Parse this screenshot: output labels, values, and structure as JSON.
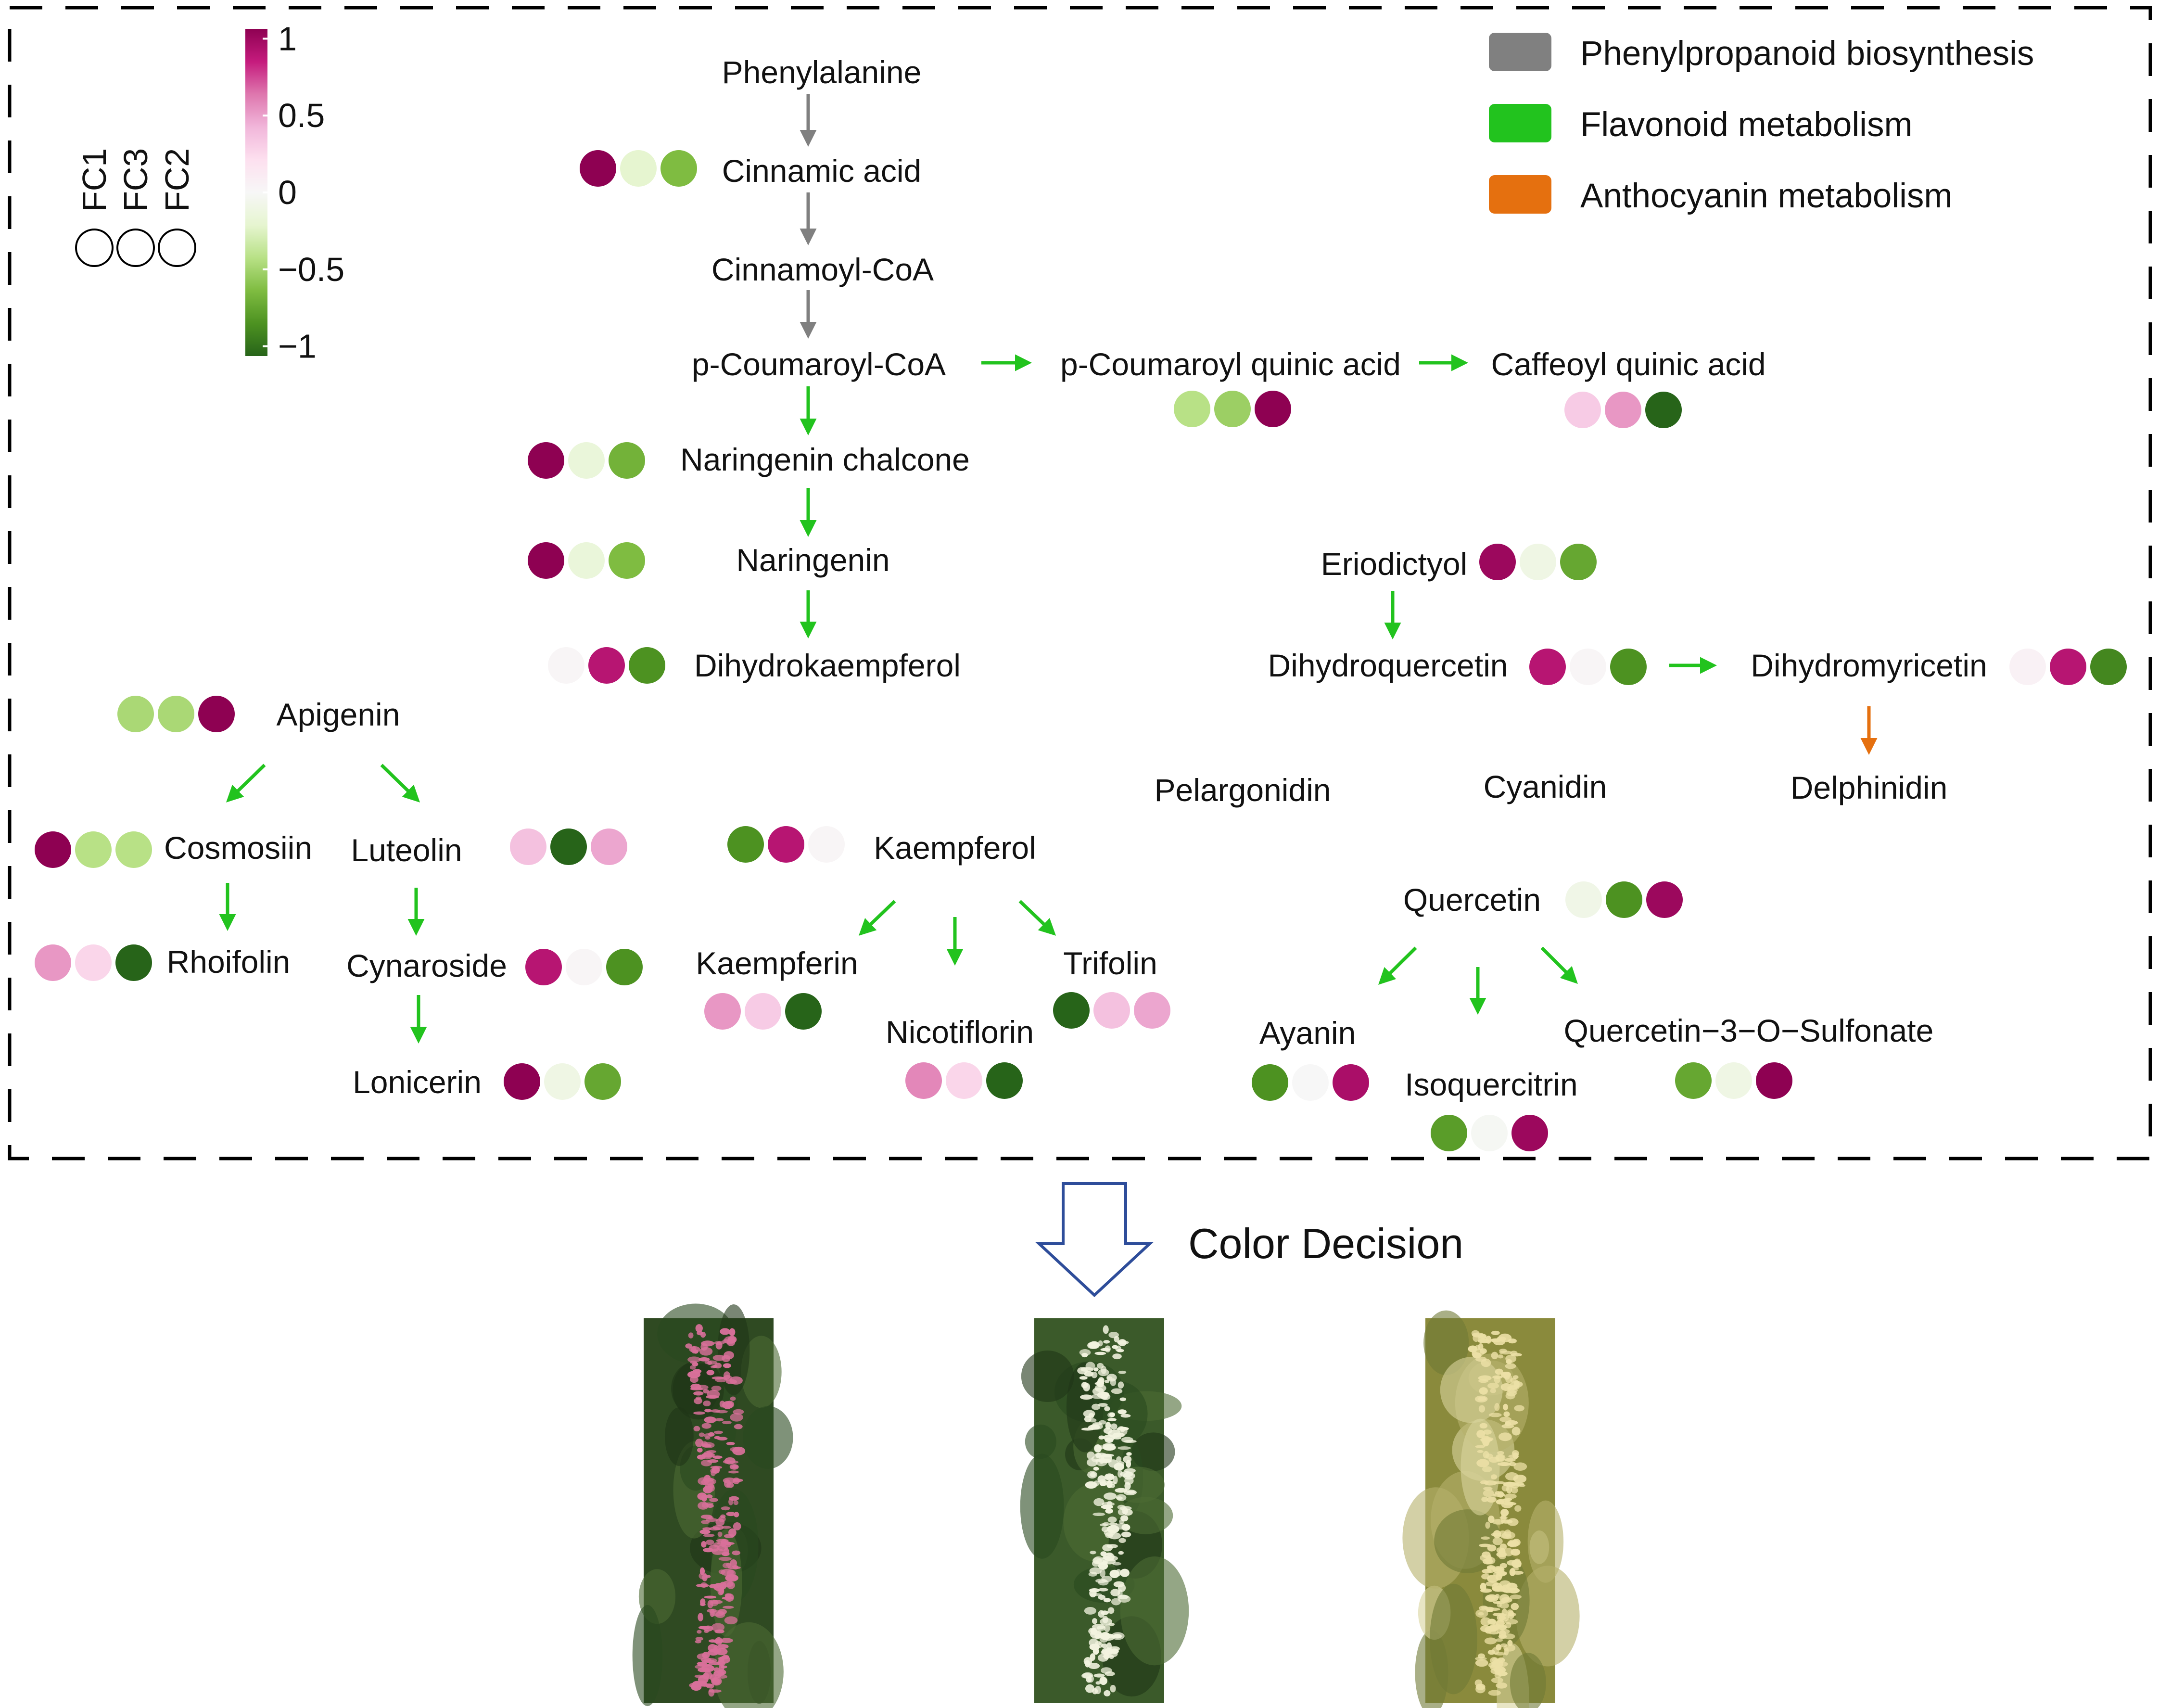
{
  "legend": [
    {
      "label": "Phenylpropanoid biosynthesis",
      "color": "#808080"
    },
    {
      "label": "Flavonoid metabolism",
      "color": "#22c31e"
    },
    {
      "label": "Anthocyanin metabolism",
      "color": "#e5700f"
    }
  ],
  "fc_key": [
    "FC1",
    "FC3",
    "FC2"
  ],
  "color_scale": {
    "ticks": [
      "1",
      "0.5",
      "0",
      "−0.5",
      "−1"
    ],
    "tick_values": [
      1,
      0.5,
      0,
      -0.5,
      -1
    ],
    "stops": [
      "#8e0152",
      "#c51b7d",
      "#de77ae",
      "#f1b6da",
      "#fde0ef",
      "#f7f7f7",
      "#e6f5d0",
      "#b8e186",
      "#7fbc41",
      "#4d9221",
      "#276419"
    ]
  },
  "arrow_colors": {
    "gray": "#808080",
    "green": "#22c31e",
    "orange": "#e5700f"
  },
  "nodes": {
    "phenylalanine": "Phenylalanine",
    "cinnamic_acid": "Cinnamic acid",
    "cinnamoyl_coa": "Cinnamoyl-CoA",
    "p_coumaroyl_coa": "p-Coumaroyl-CoA",
    "p_coumaroyl_quinic_acid": "p-Coumaroyl quinic acid",
    "caffeoyl_quinic_acid": "Caffeoyl quinic acid",
    "naringenin_chalcone": "Naringenin chalcone",
    "naringenin": "Naringenin",
    "dihydrokaempferol": "Dihydrokaempferol",
    "eriodictyol": "Eriodictyol",
    "dihydroquercetin": "Dihydroquercetin",
    "dihydromyricetin": "Dihydromyricetin",
    "delphinidin": "Delphinidin",
    "pelargonidin": "Pelargonidin",
    "cyanidin": "Cyanidin",
    "apigenin": "Apigenin",
    "cosmosiin": "Cosmosiin",
    "luteolin": "Luteolin",
    "rhoifolin": "Rhoifolin",
    "cynaroside": "Cynaroside",
    "lonicerin": "Lonicerin",
    "kaempferol": "Kaempferol",
    "kaempferin": "Kaempferin",
    "nicotiflorin": "Nicotiflorin",
    "trifolin": "Trifolin",
    "quercetin": "Quercetin",
    "ayanin": "Ayanin",
    "isoquercitrin": "Isoquercitrin",
    "quercetin_3_o_sulfonate": "Quercetin−3−O−Sulfonate"
  },
  "fold_changes": {
    "cinnamic_acid": [
      1.0,
      -0.2,
      -0.6
    ],
    "p_coumaroyl_quinic_acid": [
      -0.4,
      -0.5,
      1.0
    ],
    "caffeoyl_quinic_acid": [
      0.3,
      0.5,
      -1.0
    ],
    "naringenin_chalcone": [
      1.0,
      -0.15,
      -0.65
    ],
    "naringenin": [
      1.0,
      -0.15,
      -0.6
    ],
    "dihydrokaempferol": [
      0.02,
      0.85,
      -0.8
    ],
    "eriodictyol": [
      0.95,
      -0.1,
      -0.7
    ],
    "dihydroquercetin": [
      0.85,
      0.02,
      -0.8
    ],
    "dihydromyricetin": [
      0.05,
      0.85,
      -0.85
    ],
    "apigenin": [
      -0.45,
      -0.45,
      1.0
    ],
    "cosmosiin": [
      1.0,
      -0.4,
      -0.4
    ],
    "luteolin": [
      0.35,
      -1.0,
      0.45
    ],
    "rhoifolin": [
      0.5,
      0.25,
      -1.0
    ],
    "cynaroside": [
      0.85,
      0.02,
      -0.8
    ],
    "lonicerin": [
      1.0,
      -0.1,
      -0.7
    ],
    "kaempferol": [
      -0.8,
      0.85,
      0.02
    ],
    "kaempferin": [
      0.5,
      0.3,
      -1.0
    ],
    "nicotiflorin": [
      0.55,
      0.25,
      -1.0
    ],
    "trifolin": [
      -1.0,
      0.35,
      0.45
    ],
    "quercetin": [
      -0.08,
      -0.8,
      0.95
    ],
    "ayanin": [
      -0.8,
      0.0,
      0.9
    ],
    "isoquercitrin": [
      -0.75,
      -0.02,
      0.95
    ],
    "quercetin_3_o_sulfonate": [
      -0.7,
      -0.1,
      1.0
    ]
  },
  "decision_label": "Color Decision",
  "photos": [
    {
      "name": "pink-flower-photo",
      "petal": "#d9709a",
      "base": "#2f4a22"
    },
    {
      "name": "white-flower-photo",
      "petal": "#f2f3df",
      "base": "#3b5a2a"
    },
    {
      "name": "yellow-flower-photo",
      "petal": "#ece0a6",
      "base": "#8a8a3c"
    }
  ]
}
